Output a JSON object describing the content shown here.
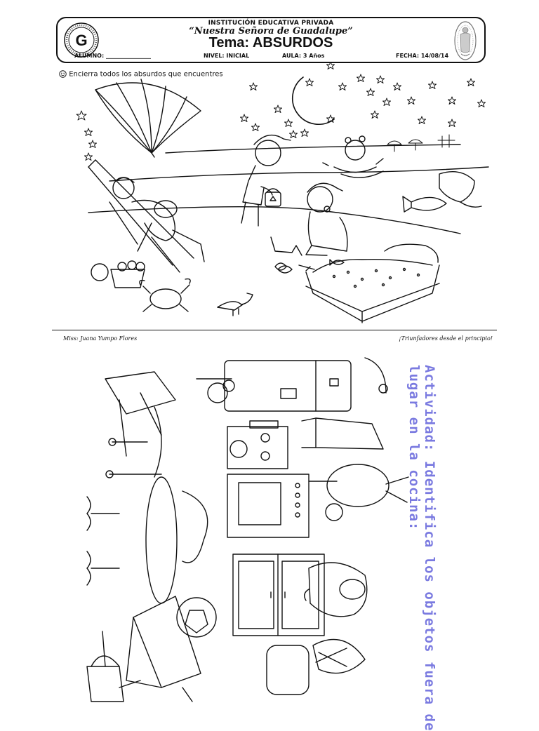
{
  "header": {
    "institution": "INSTITUCIÓN EDUCATIVA PRIVADA",
    "school_name": "“Nuestra Señora de Guadalupe”",
    "topic": "Tema: ABSURDOS",
    "alumno_label": "ALUMNO: ________________",
    "nivel": "NIVEL: INICIAL",
    "aula": "AULA: 3 Años",
    "fecha": "FECHA: 14/08/14",
    "logo_letter": "G"
  },
  "instruction": "Encierra todos los absurdos que encuentres",
  "footer": {
    "teacher": "Miss:    Juana Yumpo Flores",
    "motto": "¡Triunfadores desde el principio!"
  },
  "activity": {
    "line1": "Actividad: Identifica los objetos fuera de",
    "line2": "lugar en la cocina:"
  },
  "colors": {
    "ink": "#111111",
    "activity_text": "#7a7ae0"
  },
  "icons": [
    "school-logo-icon",
    "virgin-guadalupe-icon",
    "smiley-icon"
  ]
}
